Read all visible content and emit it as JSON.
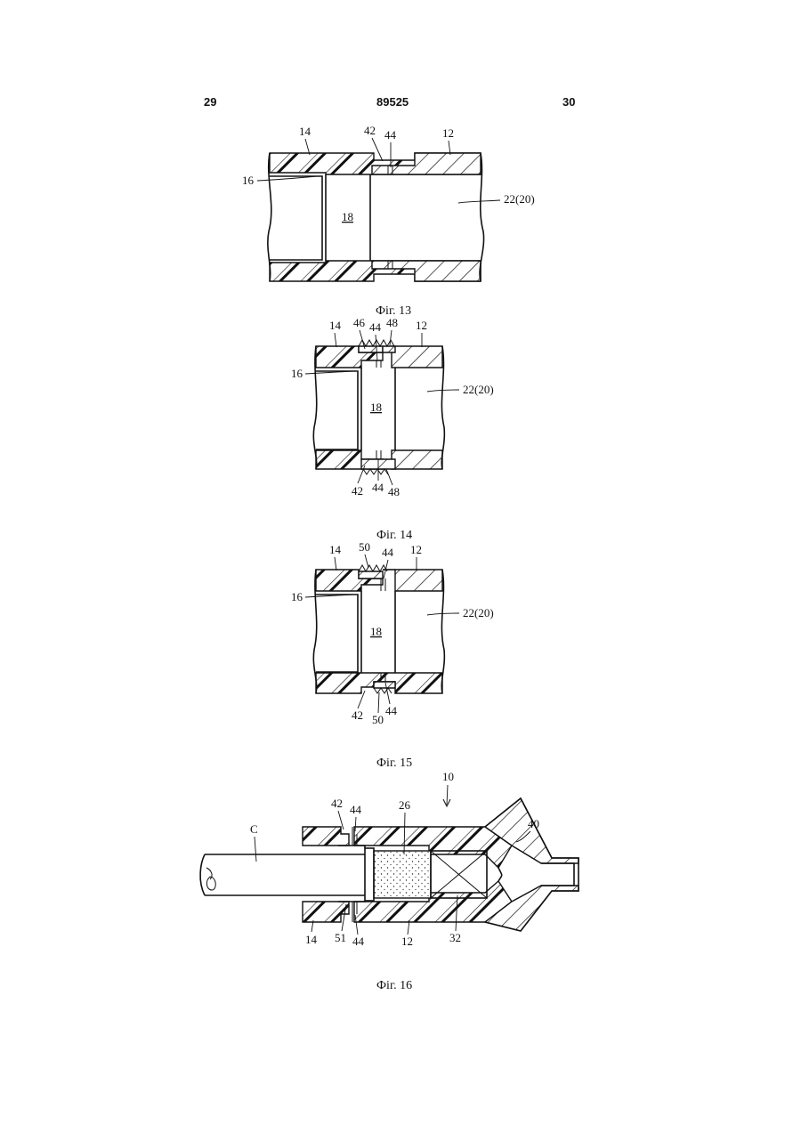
{
  "header": {
    "left_page": "29",
    "patent_number": "89525",
    "right_page": "30"
  },
  "fig13": {
    "caption": "Фіг. 13",
    "labels": {
      "l14": "14",
      "l42": "42",
      "l44": "44",
      "l12": "12",
      "l16": "16",
      "l18": "18",
      "l22": "22(20)"
    }
  },
  "fig14": {
    "caption": "Фіг. 14",
    "labels": {
      "l14": "14",
      "l46": "46",
      "l44": "44",
      "l48": "48",
      "l12": "12",
      "l16": "16",
      "l18": "18",
      "l22": "22(20)",
      "b42": "42",
      "b44": "44",
      "b48": "48"
    }
  },
  "fig15": {
    "caption": "Фіг. 15",
    "labels": {
      "l14": "14",
      "l50": "50",
      "l44": "44",
      "l12": "12",
      "l16": "16",
      "l18": "18",
      "l22": "22(20)",
      "b42": "42",
      "b50": "50",
      "b44": "44"
    }
  },
  "fig16": {
    "caption": "Фіг. 16",
    "labels": {
      "l10": "10",
      "l42": "42",
      "l44": "44",
      "l26": "26",
      "l40": "40",
      "lC": "C",
      "b14": "14",
      "b51": "51",
      "b44": "44",
      "b12": "12",
      "b32": "32"
    }
  }
}
